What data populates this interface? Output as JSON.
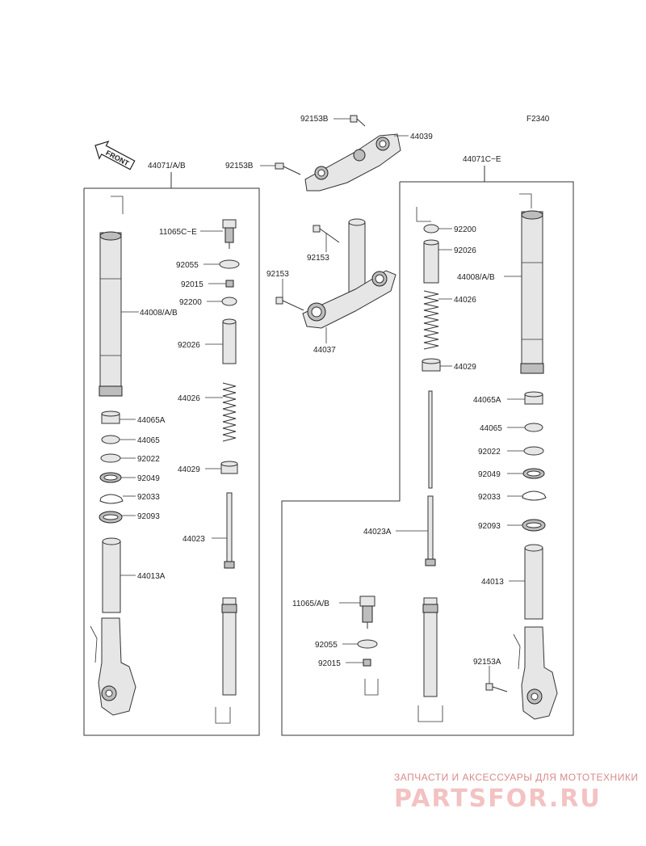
{
  "figure_code": "F2340",
  "front_label": "FRONT",
  "labels": {
    "l_92153B_top": "92153B",
    "l_44039": "44039",
    "l_92153B_left": "92153B",
    "l_44071AB": "44071/A/B",
    "l_44071CE": "44071C~E",
    "l_11065CE": "11065C~E",
    "l_92055_left": "92055",
    "l_92015_left": "92015",
    "l_92200_left": "92200",
    "l_44008_left": "44008/A/B",
    "l_92026_left": "92026",
    "l_44026_left": "44026",
    "l_44065A_left": "44065A",
    "l_44065_left": "44065",
    "l_92022_left": "92022",
    "l_92049_left": "92049",
    "l_92033_left": "92033",
    "l_92093_left": "92093",
    "l_44029_left": "44029",
    "l_44023_left": "44023",
    "l_44013A": "44013A",
    "l_92153_a": "92153",
    "l_92153_b": "92153",
    "l_44037": "44037",
    "l_92200_right": "92200",
    "l_92026_right": "92026",
    "l_44008_right": "44008/A/B",
    "l_44026_right": "44026",
    "l_44029_right": "44029",
    "l_44065A_right": "44065A",
    "l_44065_right": "44065",
    "l_92022_right": "92022",
    "l_92049_right": "92049",
    "l_92033_right": "92033",
    "l_92093_right": "92093",
    "l_44023A": "44023A",
    "l_44013_right": "44013",
    "l_11065AB": "11065/A/B",
    "l_92055_right": "92055",
    "l_92015_right": "92015",
    "l_92153A": "92153A"
  },
  "watermark": {
    "tagline": "ЗАПЧАСТИ И АКСЕССУАРЫ ДЛЯ МОТОТЕХНИКИ",
    "brand": "PARTSFOR.RU"
  },
  "colors": {
    "line": "#333333",
    "part_fill": "#e6e6e6",
    "watermark": "#f3c2c2"
  }
}
